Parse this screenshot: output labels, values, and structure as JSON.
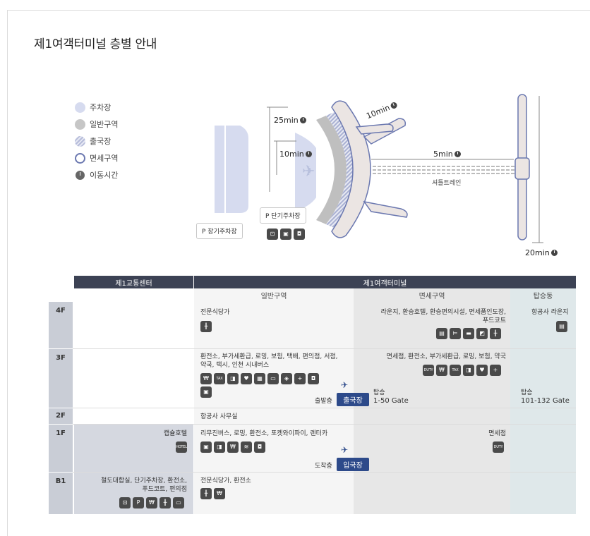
{
  "page": {
    "title": "제1여객터미널 층별 안내"
  },
  "legend": [
    {
      "label": "주차장",
      "swatch": "parking"
    },
    {
      "label": "일반구역",
      "swatch": "general"
    },
    {
      "label": "출국장",
      "swatch": "departure"
    },
    {
      "label": "면세구역",
      "swatch": "dutyfree"
    },
    {
      "label": "이동시간",
      "swatch": "clock"
    }
  ],
  "map": {
    "time_25": "25min",
    "time_10_left": "10min",
    "time_10_top": "10min",
    "time_5": "5min",
    "time_20": "20min",
    "shuttle_label": "셔틀트레인",
    "long_term_parking": "P 장기주차장",
    "short_term_parking": "P 단기주차장",
    "transit_icons": [
      "train-icon",
      "bus-icon",
      "car-icon"
    ]
  },
  "table": {
    "headers": {
      "transport_center": "제1교통센터",
      "terminal": "제1여객터미널"
    },
    "subheaders": {
      "general": "일반구역",
      "dutyfree": "면세구역",
      "boarding": "탑승동"
    },
    "floors": [
      {
        "floor": "4F",
        "transport": "",
        "general": "전문식당가",
        "general_icons": [
          "restaurant-icon"
        ],
        "dutyfree": "라운지, 환승호텔, 환승편의시설, 면세품인도장,\n푸드코트",
        "dutyfree_icons": [
          "lounge-icon",
          "bed-icon",
          "hotel-icon",
          "shower-icon",
          "restaurant-icon"
        ],
        "boarding": "항공사 라운지",
        "boarding_icons": [
          "lounge-icon"
        ]
      },
      {
        "floor": "3F",
        "transport": "",
        "general": "환전소, 부가세환급, 로밍, 보험, 택배, 편의점, 서점,\n약국, 택시, 인천 시내버스",
        "general_icons": [
          "exchange-icon",
          "tax-icon",
          "roaming-icon",
          "insurance-icon",
          "delivery-icon",
          "store-icon",
          "book-icon",
          "plus-icon",
          "taxi-icon",
          "bus-icon"
        ],
        "departure_label": "출발층",
        "departure_button": "출국장",
        "dutyfree": "면세점, 환전소, 부가세환급, 로밍, 보험, 약국",
        "dutyfree_icons": [
          "dutyfree-icon",
          "exchange-icon",
          "tax-icon",
          "roaming-icon",
          "insurance-icon",
          "plus-icon"
        ],
        "dutyfree_gate_label": "탑승",
        "dutyfree_gate": "1-50 Gate",
        "boarding_gate_label": "탑승",
        "boarding_gate": "101-132 Gate"
      },
      {
        "floor": "2F",
        "general": "항공사 사무실"
      },
      {
        "floor": "1F",
        "transport": "캡슐호텔",
        "transport_icons": [
          "capsule-hotel-icon"
        ],
        "general": "리무진버스, 로밍, 환전소, 포켓와이파이, 렌터카",
        "general_icons": [
          "limousine-icon",
          "roaming-icon",
          "exchange-icon",
          "wifi-icon",
          "rentacar-icon"
        ],
        "arrival_label": "도착층",
        "arrival_button": "입국장",
        "dutyfree": "면세점",
        "dutyfree_icons": [
          "dutyfree-icon"
        ]
      },
      {
        "floor": "B1",
        "transport": "철도대합실, 단기주차장, 환전소,\n푸드코트, 편의점",
        "transport_icons": [
          "train-icon",
          "parking-icon",
          "exchange-icon",
          "restaurant-icon",
          "store-icon"
        ],
        "general": "전문식당가, 환전소",
        "general_icons": [
          "restaurant-icon",
          "exchange-icon"
        ]
      }
    ]
  },
  "colors": {
    "header": "#3c4254",
    "accent": "#2d4a8a",
    "floor_bg": "#c9cdd6",
    "transport_bg": "#d5d8e0",
    "general_bg": "#f5f5f5",
    "dutyfree_bg": "#e7e7e7",
    "boarding_bg": "#dfe8ea"
  }
}
